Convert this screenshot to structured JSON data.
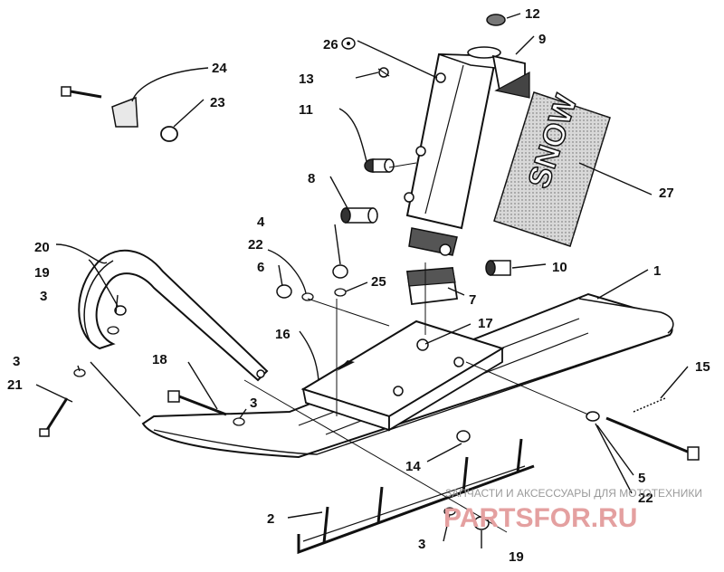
{
  "callouts": [
    "1",
    "2",
    "3",
    "3",
    "3",
    "3",
    "4",
    "5",
    "6",
    "7",
    "8",
    "9",
    "10",
    "11",
    "12",
    "13",
    "14",
    "15",
    "16",
    "17",
    "18",
    "19",
    "19",
    "20",
    "21",
    "22",
    "22",
    "23",
    "24",
    "25",
    "26",
    "27"
  ],
  "decal_text": "SNOW",
  "watermark": {
    "line1": "ЗАПЧАСТИ И АКСЕССУАРЫ ДЛЯ МОТОТЕХНИКИ",
    "line2": "PARTSFOR.RU",
    "color": "#e4a0a0"
  }
}
